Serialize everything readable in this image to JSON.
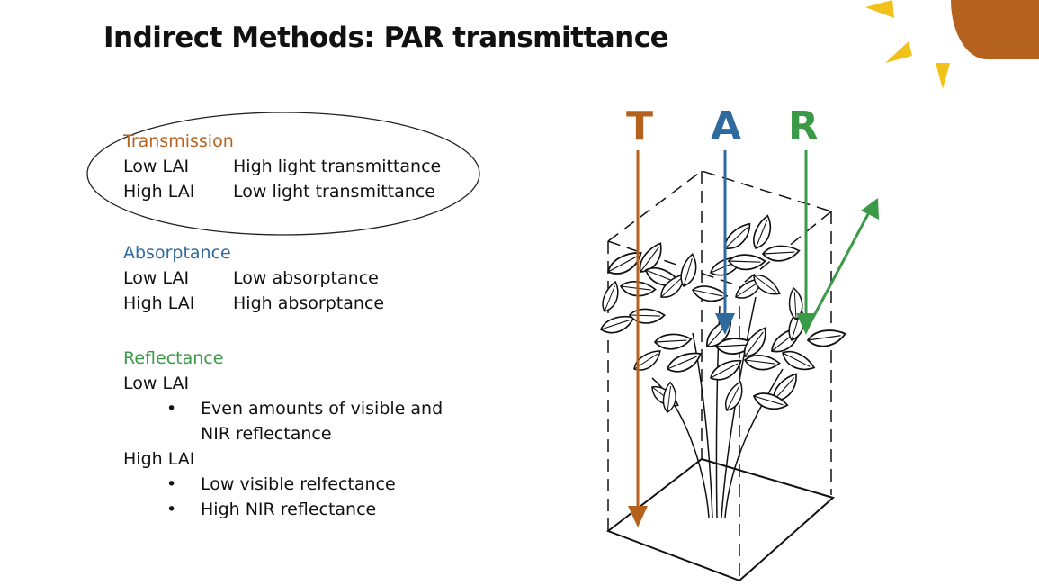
{
  "title": "Indirect Methods: PAR transmittance",
  "colors": {
    "transmission": "#b5621e",
    "absorptance": "#2f6a9f",
    "reflectance": "#3a9a48",
    "sun": "#b5621e",
    "sun_rays": "#f2c21b"
  },
  "transmission": {
    "heading": "Transmission",
    "rows": [
      {
        "label": "Low LAI",
        "value": "High light transmittance"
      },
      {
        "label": "High LAI",
        "value": "Low light transmittance"
      }
    ]
  },
  "absorptance": {
    "heading": "Absorptance",
    "rows": [
      {
        "label": "Low LAI",
        "value": "Low absorptance"
      },
      {
        "label": "High LAI",
        "value": "High absorptance"
      }
    ]
  },
  "reflectance": {
    "heading": "Reflectance",
    "low_label": "Low LAI",
    "low_bullets": [
      "Even amounts of visible and",
      "NIR reflectance"
    ],
    "high_label": "High LAI",
    "high_bullets": [
      "Low visible relfectance",
      "High NIR reflectance"
    ]
  },
  "diagram": {
    "letters": {
      "t": "T",
      "a": "A",
      "r": "R"
    }
  }
}
